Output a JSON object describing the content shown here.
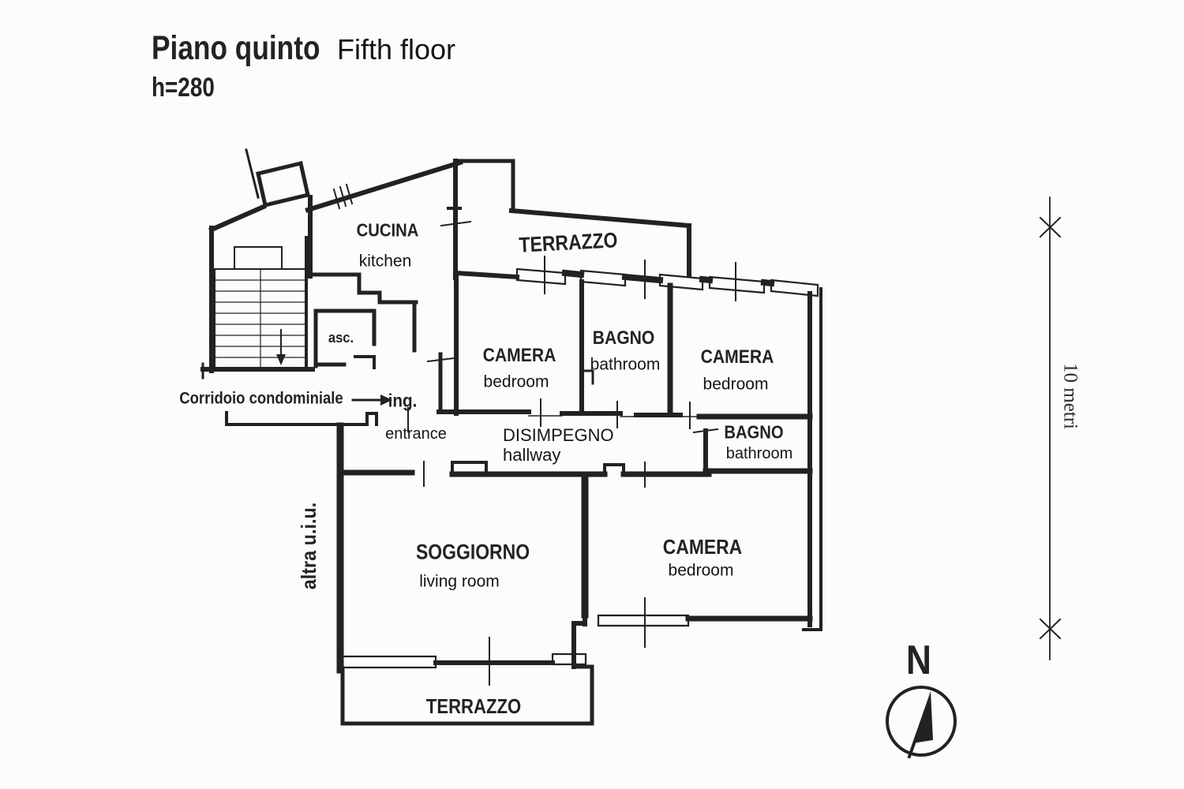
{
  "header": {
    "title_it": "Piano quinto",
    "title_en": "Fifth floor",
    "height": "h=280"
  },
  "rooms": {
    "cucina": {
      "it": "CUCINA",
      "en": "kitchen"
    },
    "terrazzo_top": {
      "it": "TERRAZZO"
    },
    "camera1": {
      "it": "CAMERA",
      "en": "bedroom"
    },
    "bagno1": {
      "it": "BAGNO",
      "en": "bathroom"
    },
    "camera2": {
      "it": "CAMERA",
      "en": "bedroom"
    },
    "disimpegno": {
      "it": "DISIMPEGNO",
      "en": "hallway"
    },
    "bagno2": {
      "it": "BAGNO",
      "en": "bathroom"
    },
    "soggiorno": {
      "it": "SOGGIORNO",
      "en": "living room"
    },
    "camera3": {
      "it": "CAMERA",
      "en": "bedroom"
    },
    "terrazzo_bottom": {
      "it": "TERRAZZO"
    }
  },
  "annotations": {
    "corridor": "Corridoio condominiale",
    "entrance_it": "ing.",
    "entrance_en": "entrance",
    "elevator": "asc.",
    "other_unit": "altra u.i.u.",
    "scale_label": "10 metri",
    "north": "N"
  },
  "colors": {
    "ink": "#1f1f1f",
    "paper": "#fcfcfa"
  }
}
